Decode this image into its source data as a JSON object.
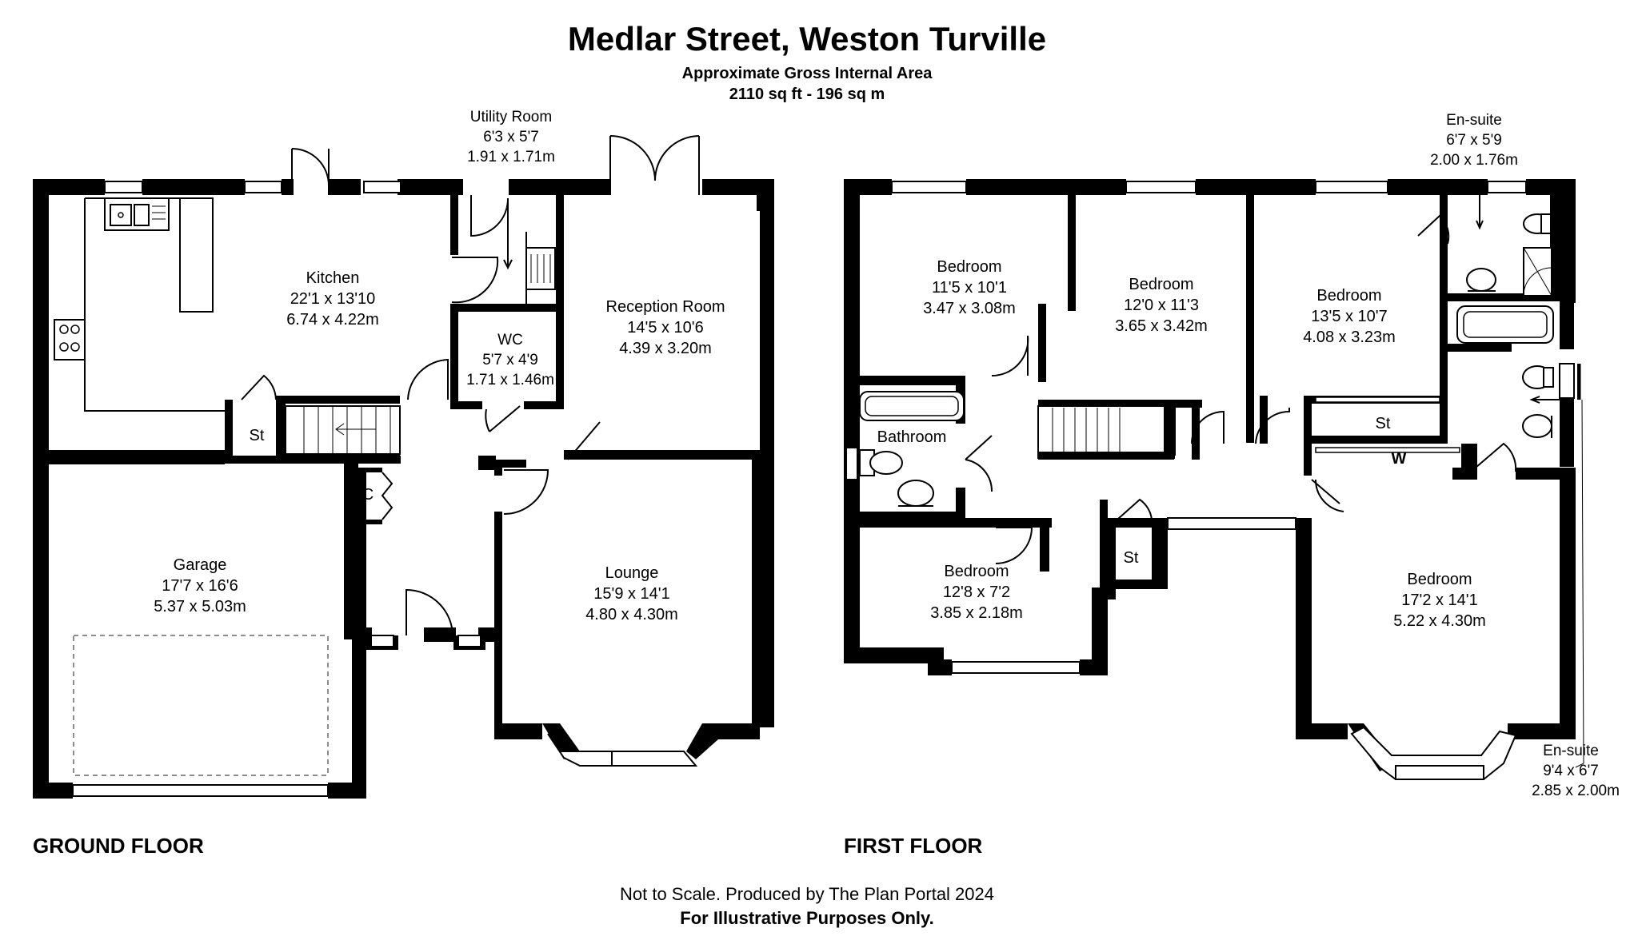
{
  "header": {
    "title": "Medlar Street, Weston Turville",
    "subtitle": "Approximate Gross Internal Area",
    "area": "2110 sq ft - 196 sq m"
  },
  "floors": {
    "ground": "GROUND FLOOR",
    "first": "FIRST FLOOR"
  },
  "rooms": {
    "utility": {
      "name": "Utility Room",
      "imperial": "6'3 x 5'7",
      "metric": "1.91 x 1.71m"
    },
    "kitchen": {
      "name": "Kitchen",
      "imperial": "22'1 x 13'10",
      "metric": "6.74 x 4.22m"
    },
    "wc": {
      "name": "WC",
      "imperial": "5'7 x 4'9",
      "metric": "1.71 x 1.46m"
    },
    "reception": {
      "name": "Reception Room",
      "imperial": "14'5 x 10'6",
      "metric": "4.39 x 3.20m"
    },
    "garage": {
      "name": "Garage",
      "imperial": "17'7 x 16'6",
      "metric": "5.37 x 5.03m"
    },
    "lounge": {
      "name": "Lounge",
      "imperial": "15'9 x 14'1",
      "metric": "4.80 x 4.30m"
    },
    "bed1": {
      "name": "Bedroom",
      "imperial": "11'5 x 10'1",
      "metric": "3.47 x 3.08m"
    },
    "bed2": {
      "name": "Bedroom",
      "imperial": "12'0 x 11'3",
      "metric": "3.65 x 3.42m"
    },
    "bed3": {
      "name": "Bedroom",
      "imperial": "13'5 x 10'7",
      "metric": "4.08 x 3.23m"
    },
    "ensuite1": {
      "name": "En-suite",
      "imperial": "6'7 x 5'9",
      "metric": "2.00 x 1.76m"
    },
    "bathroom": {
      "name": "Bathroom"
    },
    "bed4": {
      "name": "Bedroom",
      "imperial": "12'8 x 7'2",
      "metric": "3.85 x 2.18m"
    },
    "bed5": {
      "name": "Bedroom",
      "imperial": "17'2 x 14'1",
      "metric": "5.22 x 4.30m"
    },
    "ensuite2": {
      "name": "En-suite",
      "imperial": "9'4 x 6'7",
      "metric": "2.85 x 2.00m"
    }
  },
  "labels": {
    "st": "St",
    "c": "C",
    "w": "W"
  },
  "footer": {
    "line1": "Not to Scale. Produced by The Plan Portal 2024",
    "line2": "For Illustrative Purposes Only."
  }
}
